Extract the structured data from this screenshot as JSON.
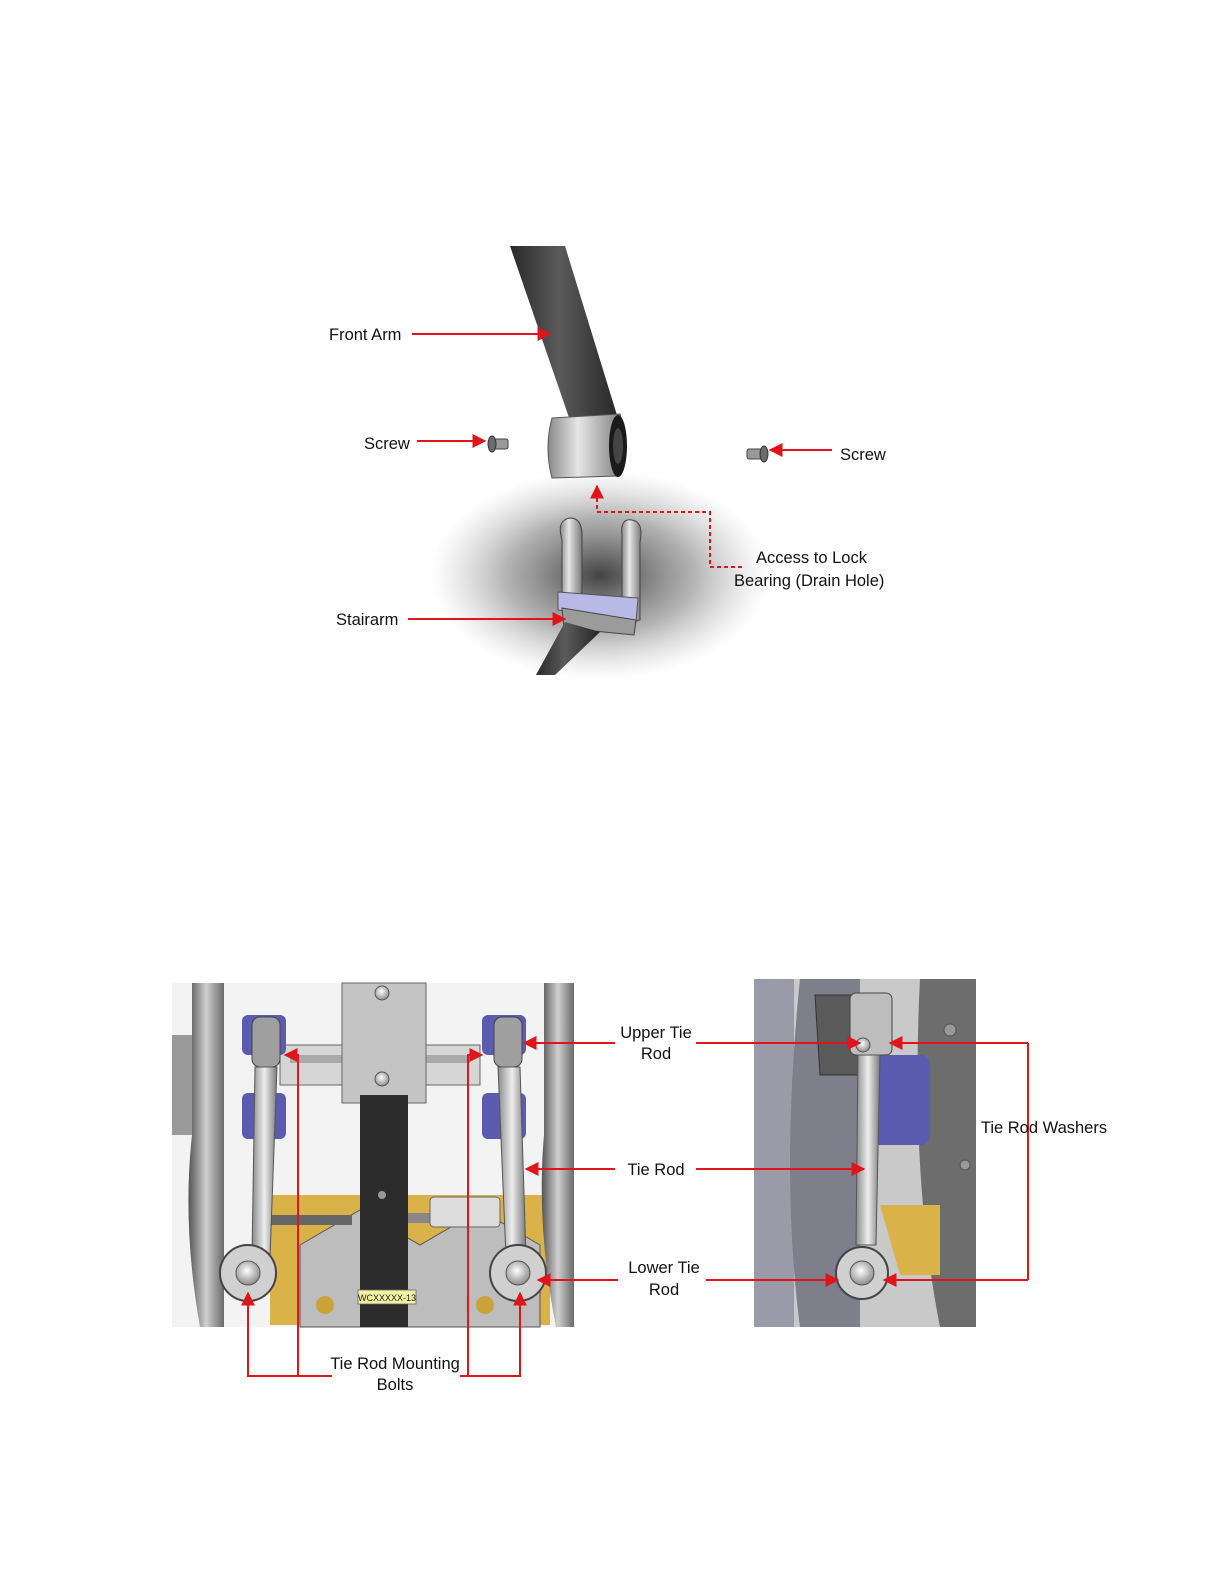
{
  "figure1": {
    "labels": {
      "front_arm": "Front Arm",
      "screw_left": "Screw",
      "screw_right": "Screw",
      "access_line1": "Access to Lock",
      "access_line2": "Bearing (Drain Hole)",
      "stairarm": "Stairarm"
    }
  },
  "figure2": {
    "labels": {
      "upper_tie_rod_line1": "Upper Tie",
      "upper_tie_rod_line2": "Rod",
      "tie_rod": "Tie Rod",
      "lower_tie_rod_line1": "Lower Tie",
      "lower_tie_rod_line2": "Rod",
      "tie_rod_washers": "Tie Rod Washers",
      "mounting_bolts_line1": "Tie Rod Mounting",
      "mounting_bolts_line2": "Bolts",
      "part_tag": "WCXXXXX-13"
    }
  },
  "colors": {
    "arrow": "#e0151b",
    "tube": "#3a3a3a",
    "metal": "#c8c8c8",
    "bearing_blue": "#5b5bb0",
    "gold": "#d9b24a"
  }
}
